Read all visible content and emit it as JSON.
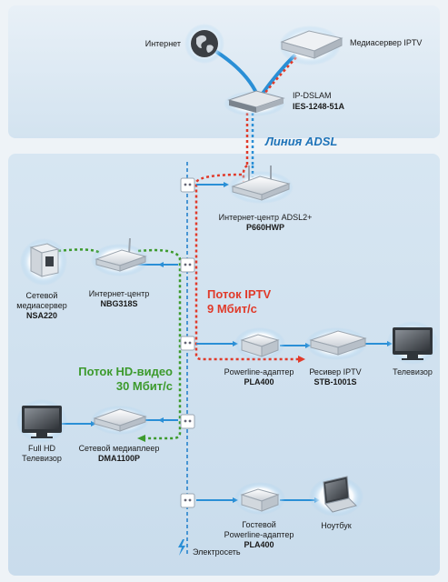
{
  "labels": {
    "internet": "Интернет",
    "media_server": "Медиасервер IPTV",
    "dslam_l1": "IP-DSLAM",
    "dslam_l2": "IES-1248-51A",
    "adsl_line": "Линия ADSL",
    "center_l1": "Интернет-центр ADSL2+",
    "center_l2": "P660HWP",
    "nsa_l1": "Сетевой",
    "nsa_l2": "медиасервер",
    "nsa_l3": "NSA220",
    "nbg_l1": "Интернет-центр",
    "nbg_l2": "NBG318S",
    "iptv_flow_l1": "Поток IPTV",
    "iptv_flow_l2": "9 Мбит/с",
    "pla1_l1": "Powerline-адаптер",
    "pla1_l2": "PLA400",
    "stb_l1": "Ресивер IPTV",
    "stb_l2": "STB-1001S",
    "tv": "Телевизор",
    "hd_flow_l1": "Поток HD-видео",
    "hd_flow_l2": "30 Мбит/с",
    "fullhd_l1": "Full HD",
    "fullhd_l2": "Телевизор",
    "dma_l1": "Сетевой медиаплеер",
    "dma_l2": "DMA1100P",
    "guest_l1": "Гостевой",
    "guest_l2": "Powerline-адаптер",
    "guest_l3": "PLA400",
    "notebook": "Ноутбук",
    "power": "Электросеть"
  },
  "colors": {
    "link_blue": "#2a8fd6",
    "iptv_red": "#e03a2a",
    "hd_green": "#3c9a2c",
    "panel_top": "#dde9f3",
    "panel_bottom": "#cfe0ee"
  }
}
